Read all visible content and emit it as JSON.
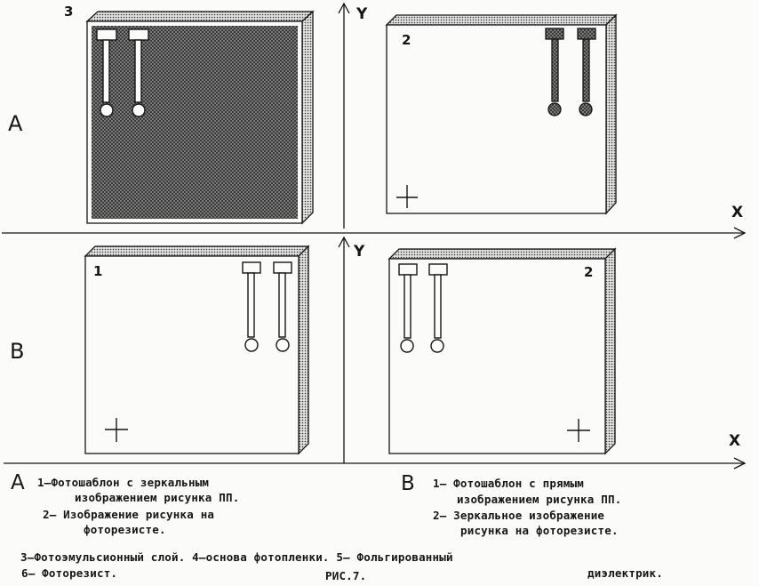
{
  "row_labels": {
    "a": "A",
    "b": "B"
  },
  "axis_labels": {
    "y": "Y",
    "x": "X"
  },
  "plate_numbers": {
    "top_left": "3",
    "top_right": "2",
    "bottom_left": "1",
    "bottom_right": "2"
  },
  "caption": {
    "a_letter": "A",
    "a_line1": "1—Фотошаблон с зеркальным",
    "a_line2": "изображением рисунка ПП.",
    "a_line3": "2— Изображение рисунка на",
    "a_line4": "фоторезисте.",
    "b_letter": "B",
    "b_line1": "1— Фотошаблон с прямым",
    "b_line2": "изображением рисунка ПП.",
    "b_line3": "2— Зеркальное изображение",
    "b_line4": "рисунка на фоторезисте.",
    "legend_line1": "3—Фотоэмульсионный слой. 4—основа фотопленки. 5— Фольгированный",
    "legend_line2a": "6— Фоторезист.",
    "legend_line2b": "РИС.7.",
    "legend_line2c": "диэлектрик."
  },
  "colors": {
    "ink": "#151515",
    "paper": "#fbfbfa",
    "emulsion": "#6a6a6a"
  }
}
